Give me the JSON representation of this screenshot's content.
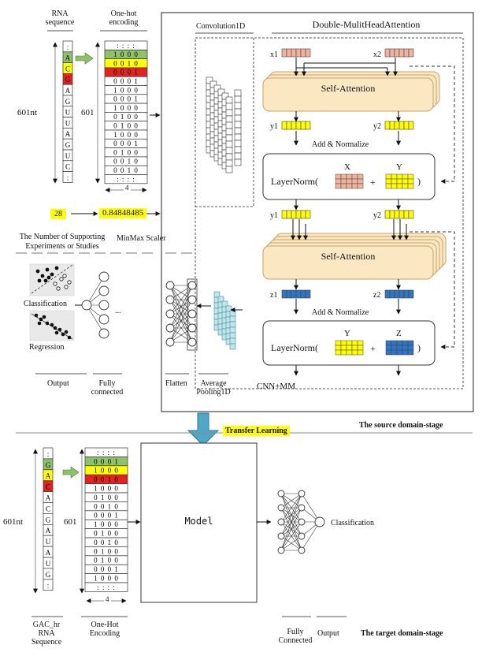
{
  "top_left": {
    "rna_sequence_label": "RNA\nsequence",
    "onehot_label": "One-hot\nencoding",
    "nt_label": "601nt",
    "rows_label": "601",
    "cols_label": "4",
    "sequence": [
      ":",
      "A",
      "C",
      "G",
      "A",
      "G",
      "U",
      "U",
      "A",
      "G",
      "U",
      "C",
      ":"
    ],
    "onehot": [
      ": : : :",
      "1 0 0 0",
      "0 0 1 0",
      "0 0 0 1",
      "0 0 0 1",
      "1 0 0 0",
      "0 0 0 1",
      "1 0 0 0",
      "0 1 0 0",
      "0 1 0 0",
      "1 0 0 0",
      "0 0 0 1",
      "0 1 0 0",
      "0 0 1 0",
      "0 0 1 0",
      ": : : :"
    ],
    "support_value": "28",
    "scaled_value": "0.84848485",
    "support_label": "The Number of Supporting\nExperiments or Studies",
    "scaler_label": "MinMax Scaler"
  },
  "output_block": {
    "classification_label": "Classification",
    "regression_label": "Regression",
    "output_label": "Output",
    "fc_label": "Fully\nconnected",
    "ellipsis": "..."
  },
  "source_box": {
    "conv_label": "Convolution1D",
    "dmha_label": "Double-MulitHeadAttention",
    "self_attention": "Self-Attention",
    "add_normalize": "Add & Normalize",
    "layernorm": "LayerNorm(",
    "close_paren": ")",
    "plus": "+",
    "x1": "x1",
    "x2": "x2",
    "y1": "y1",
    "y2": "y2",
    "z1": "z1",
    "z2": "z2",
    "X": "X",
    "Y": "Y",
    "Z": "Z",
    "flatten_label": "Flatten",
    "avgpool_label": "Average\nPooling1D",
    "cnn_mm_label": "CNN+MM",
    "stage_label": "The source domain-stage"
  },
  "transfer_label": "Transfer Learning",
  "bottom": {
    "sequence": [
      ":",
      "G",
      "A",
      "C",
      "A",
      "C",
      "G",
      "A",
      "U",
      "A",
      "U",
      "G",
      ":"
    ],
    "onehot": [
      ": : : :",
      "0 0 0 1",
      "1 0 0 0",
      "0 0 1 0",
      "1 0 0 0",
      "0 1 0 0",
      "0 0 1 0",
      "0 0 0 1",
      "1 0 0 0",
      "0 1 0 0",
      "0 0 1 0",
      "0 1 0 0",
      "0 1 0 0",
      "0 0 0 1",
      "1 0 0 0",
      ": : : :"
    ],
    "nt_label": "601nt",
    "rows_label": "601",
    "cols_label": "4",
    "model_label": "Model",
    "classification_label": "Classification",
    "gac_label": "GAC_hr\nRNA\nSequence",
    "onehot_label": "One-Hot\nEncoding",
    "fc_label": "Fully\nConnected",
    "output_label": "Output",
    "stage_label": "The target domain-stage"
  },
  "colors": {
    "green": "#8dc26b",
    "yellow": "#ffff00",
    "red": "#e52222",
    "salmon": "#f2b39c",
    "blue": "#2e75c4",
    "attn_fill": "#fbe7c1",
    "attn_stroke": "#c9a36b",
    "teal": "#bfe6ec",
    "transfer_arrow": "#4fa7c8"
  }
}
